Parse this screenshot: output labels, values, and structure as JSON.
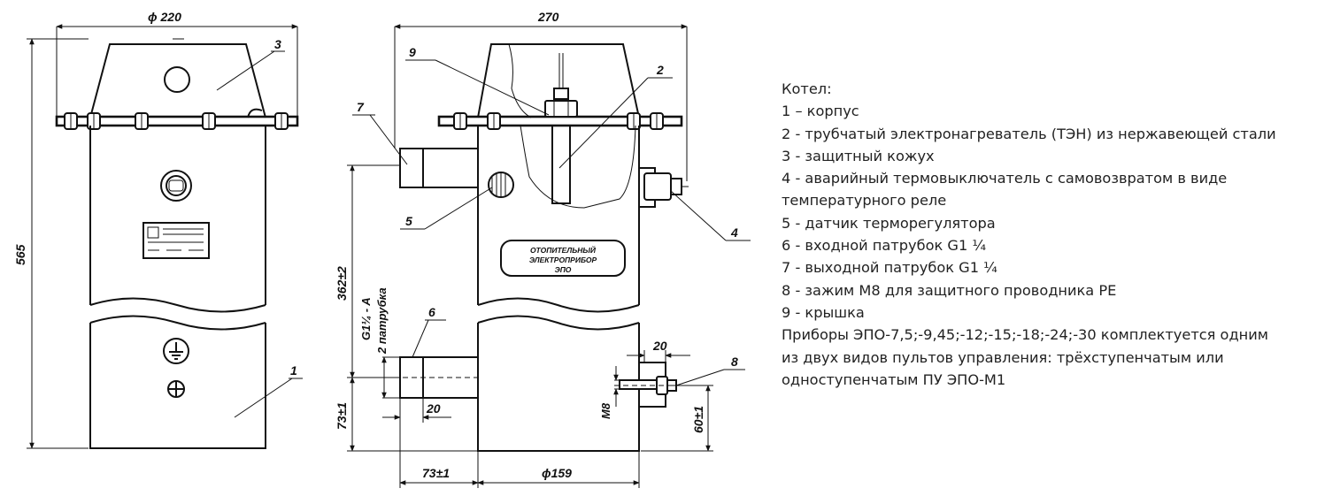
{
  "drawing": {
    "dimensions": {
      "diameter_top": "ϕ 220",
      "width_top": "270",
      "height_total": "565",
      "height_outlet": "362±2",
      "height_inlet_left": "73±1",
      "width_bottom_left": "73±1",
      "diameter_bottom": "ϕ159",
      "inlet_length": "20",
      "clamp_length": "20",
      "clamp_height": "60±1",
      "clamp_thread": "M8",
      "thread_spec": "G1¼ - A",
      "thread_note": "2 патрубка"
    },
    "callouts": [
      "1",
      "2",
      "3",
      "4",
      "5",
      "6",
      "7",
      "8",
      "9"
    ],
    "device_label": [
      "ОТОПИТЕЛЬНЫЙ",
      "ЭЛЕКТРОПРИБОР",
      "ЭПО"
    ]
  },
  "legend": {
    "lines": [
      "Котел:",
      "1 – корпус",
      "2 - трубчатый электронагреватель (ТЭН) из нержавеющей стали",
      "3 - защитный кожух",
      "4 - аварийный термовыключатель с самовозвратом в виде",
      "температурного реле",
      "5 - датчик терморегулятора",
      "6 - входной патрубок G1 ¼",
      "7 - выходной патрубок G1 ¼",
      "8 - зажим M8 для защитного проводника PE",
      "9 - крышка",
      "Приборы ЭПО-7,5;-9,45;-12;-15;-18;-24;-30 комплектуется одним",
      "из двух видов пультов управления: трёхступенчатым или",
      "одноступенчатым ПУ ЭПО-М1"
    ]
  }
}
